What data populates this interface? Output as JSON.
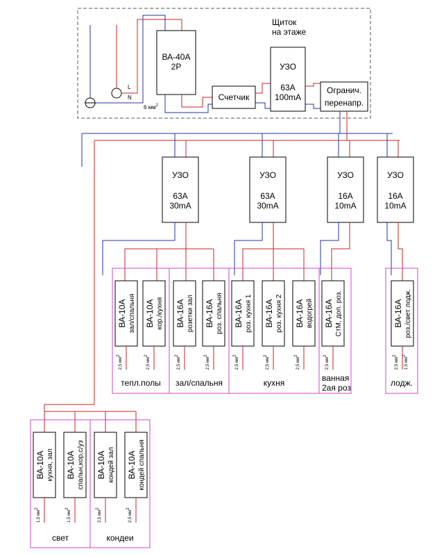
{
  "panel": {
    "title_line1": "Щиток",
    "title_line2": "на этаже",
    "terminal_L": "L",
    "terminal_N": "N",
    "cable": "6 мм",
    "cable_sup": "2"
  },
  "main_breaker": {
    "line1": "ВА-40А",
    "line2": "2Р"
  },
  "meter": {
    "label": "Счетчик"
  },
  "main_rcd": {
    "line1": "УЗО",
    "line2": "63А",
    "line3": "100mA"
  },
  "limiter": {
    "line1": "Огранич.",
    "line2": "перенапр."
  },
  "rcds": [
    {
      "name": "УЗО",
      "rating": "63А",
      "leak": "30mA"
    },
    {
      "name": "УЗО",
      "rating": "63А",
      "leak": "30mA"
    },
    {
      "name": "УЗО",
      "rating": "16А",
      "leak": "10mA"
    },
    {
      "name": "УЗО",
      "rating": "16А",
      "leak": "10mA"
    }
  ],
  "breakers": [
    {
      "rating": "ВА-10А",
      "load": "зал/спальня",
      "wire": "2,5 мм",
      "wire_sup": "2"
    },
    {
      "rating": "ВА-10А",
      "load": "кор./кухня",
      "wire": "2,5 мм",
      "wire_sup": "2"
    },
    {
      "rating": "ВА-16А",
      "load": "розетки зал",
      "wire": "2,5 мм",
      "wire_sup": "2"
    },
    {
      "rating": "ВА-16А",
      "load": "роз. спальня",
      "wire": "2,5 мм",
      "wire_sup": "2"
    },
    {
      "rating": "ВА-16А",
      "load": "роз. кухня 1",
      "wire": "2,5 мм",
      "wire_sup": "2"
    },
    {
      "rating": "ВА-16А",
      "load": "роз. кухня 2",
      "wire": "2,5 мм",
      "wire_sup": "2"
    },
    {
      "rating": "ВА-16А",
      "load": "водогрей",
      "wire": "2,5 мм",
      "wire_sup": "2"
    },
    {
      "rating": "ВА-16А",
      "load": "СтМ, доп. роз.",
      "wire": "2,5 мм",
      "wire_sup": "2"
    },
    {
      "rating": "ВА-16А",
      "load": "роз./свет лодж.",
      "wire": "2,5 мм",
      "wire_sup": "2",
      "wire2": "1,5 мм",
      "wire2_sup": "2"
    },
    {
      "rating": "ВА-10А",
      "load": "кухня, зал",
      "wire": "1,5 мм",
      "wire_sup": "2"
    },
    {
      "rating": "ВА-10А",
      "load": "спальн,кор,с/уз",
      "wire": "1,5 мм",
      "wire_sup": "2"
    },
    {
      "rating": "ВА-10А",
      "load": "кондей зал",
      "wire": "2,5 мм",
      "wire_sup": "2"
    },
    {
      "rating": "ВА-10А",
      "load": "кондей спальня",
      "wire": "2,5 мм",
      "wire_sup": "2"
    }
  ],
  "groups": {
    "heated_floors": "тепл.полы",
    "living_bedroom": "зал/спальня",
    "kitchen": "кухня",
    "bathroom_line1": "ванная",
    "bathroom_line2": "2ая роз",
    "loggia": "лодж.",
    "lighting": "свет",
    "ac": "кондеи"
  },
  "colors": {
    "phase": "#cc2222",
    "neutral": "#2233aa",
    "group_frame": "#cc44cc",
    "panel_frame": "#555555"
  }
}
